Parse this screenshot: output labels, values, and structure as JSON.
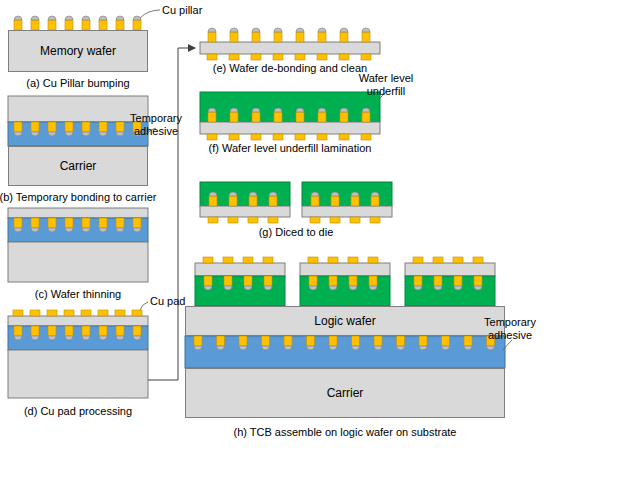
{
  "diagram": {
    "nodes": [
      {
        "text": [
          "Memory wafer"
        ]
      },
      {
        "text": [
          "Carrier"
        ]
      },
      {
        "text": [
          "Logic wafer"
        ]
      },
      {
        "text": [
          "Carrier"
        ]
      }
    ],
    "labels": [
      "Cu pillar",
      "(a) Cu Pillar bumping",
      "Temporary adhesive",
      "(b) Temporary bonding to carrier",
      "(c) Wafer thinning",
      "Cu pad",
      "(d) Cu pad processing",
      "(e) Wafer de-bonding and clean",
      "Wafer level underfill",
      "(f) Wafer level underfill lamination",
      "(g) Diced to die",
      "Temporary adhesive",
      "(h) TCB assemble on logic wafer on substrate"
    ]
  }
}
